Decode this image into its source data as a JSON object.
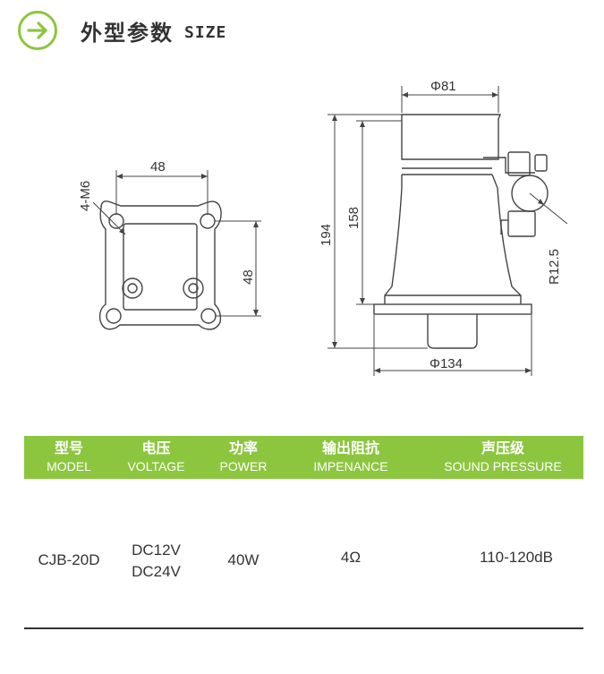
{
  "header": {
    "title_cn": "外型参数",
    "title_en": "SIZE",
    "accent": "#8cc63f",
    "icon": "arrow-right-icon"
  },
  "drawing": {
    "mount": {
      "hole_label": "4-M6",
      "width_label": "48",
      "height_label": "48"
    },
    "horn": {
      "top_diameter": "Φ81",
      "total_height": "194",
      "body_height": "158",
      "bracket_radius": "R12.5",
      "base_diameter": "Φ134"
    }
  },
  "table": {
    "headers": [
      {
        "cn": "型号",
        "en": "MODEL"
      },
      {
        "cn": "电压",
        "en": "VOLTAGE"
      },
      {
        "cn": "功率",
        "en": "POWER"
      },
      {
        "cn": "输出阻抗",
        "en": "IMPENANCE"
      },
      {
        "cn": "声压级",
        "en": "SOUND PRESSURE"
      }
    ],
    "row": {
      "model": "CJB-20D",
      "voltage_1": "DC12V",
      "voltage_2": "DC24V",
      "power": "40W",
      "impedance": "4Ω",
      "sound_pressure": "110-120dB"
    }
  }
}
